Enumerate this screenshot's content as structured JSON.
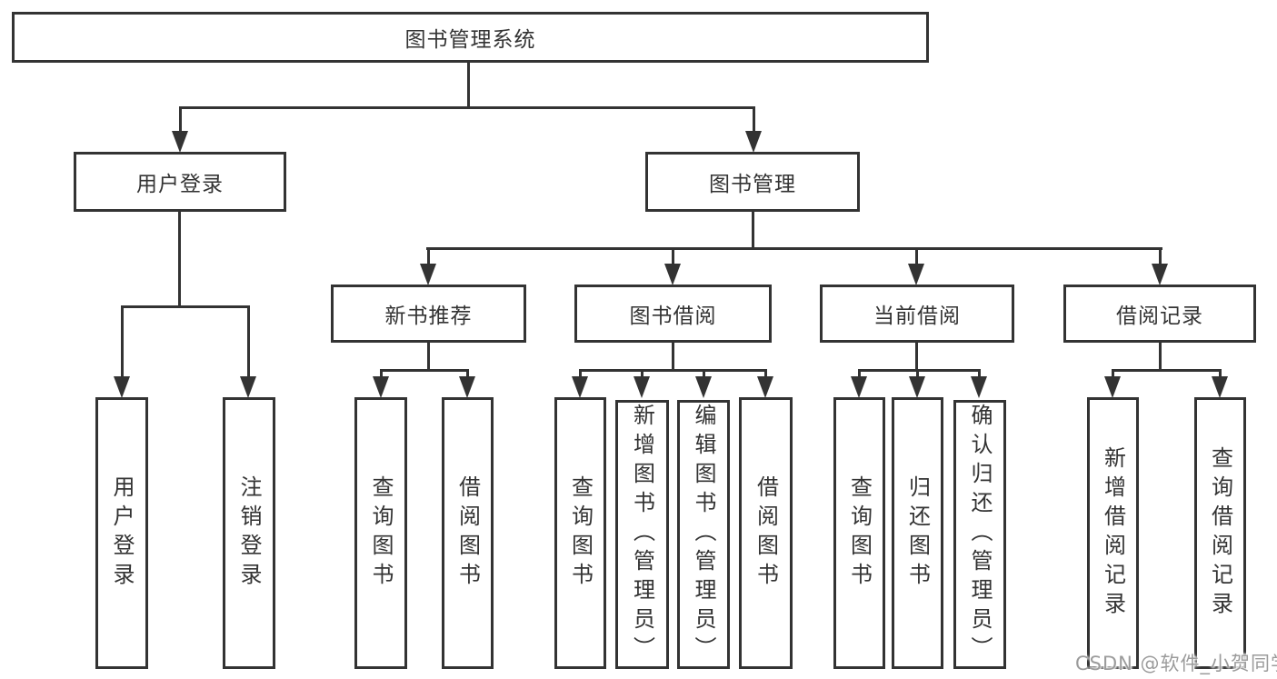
{
  "diagram_title": "图书管理系统",
  "tree": {
    "root": "图书管理系统",
    "user_login": {
      "label": "用户登录",
      "children": [
        "用户登录",
        "注销登录"
      ]
    },
    "book_mgmt": {
      "label": "图书管理",
      "sections": [
        {
          "label": "新书推荐",
          "children": [
            "查询图书",
            "借阅图书"
          ]
        },
        {
          "label": "图书借阅",
          "children": [
            "查询图书",
            "新增图书（管理员）",
            "编辑图书（管理员）",
            "借阅图书"
          ]
        },
        {
          "label": "当前借阅",
          "children": [
            "查询图书",
            "归还图书",
            "确认归还（管理员）"
          ]
        },
        {
          "label": "借阅记录",
          "children": [
            "新增借阅记录",
            "查询借阅记录"
          ]
        }
      ]
    }
  },
  "watermark": "CSDN @软件_小贺同学",
  "colors": {
    "background": "#ffffff",
    "line": "#333333",
    "text": "#333333",
    "watermark_text": "#9b9b9b"
  }
}
